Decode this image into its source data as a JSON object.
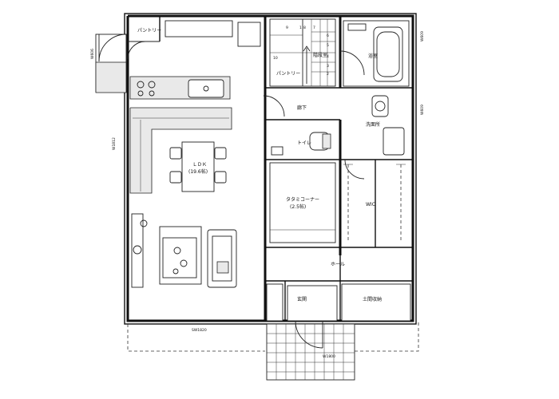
{
  "rooms": {
    "pantry_top": "パントリー",
    "pantry_mid": "パントリー",
    "stairs": "階段室",
    "bath": "浴室",
    "corridor": "廊下",
    "washroom": "洗面所",
    "toilet": "トイレ",
    "ldk": "ＬＤＫ",
    "ldk_size": "(19.6帖)",
    "tatami": "タタミコーナー",
    "tatami_size": "(2.5帖)",
    "wic": "WIC",
    "hall": "ホール",
    "entrance": "玄関",
    "doma_storage": "土間収納"
  },
  "dims": {
    "left_top": "W606",
    "left_mid": "W1812",
    "right_top": "W609",
    "right_mid": "W609",
    "bottom_center": "SW1820",
    "bottom_right": "W1800"
  },
  "stair_steps": [
    "1",
    "2",
    "3",
    "4",
    "5",
    "6",
    "7",
    "8",
    "9",
    "10"
  ],
  "colors": {
    "ink": "#111111",
    "hatch": "#e9e9e9",
    "paper": "#ffffff"
  }
}
